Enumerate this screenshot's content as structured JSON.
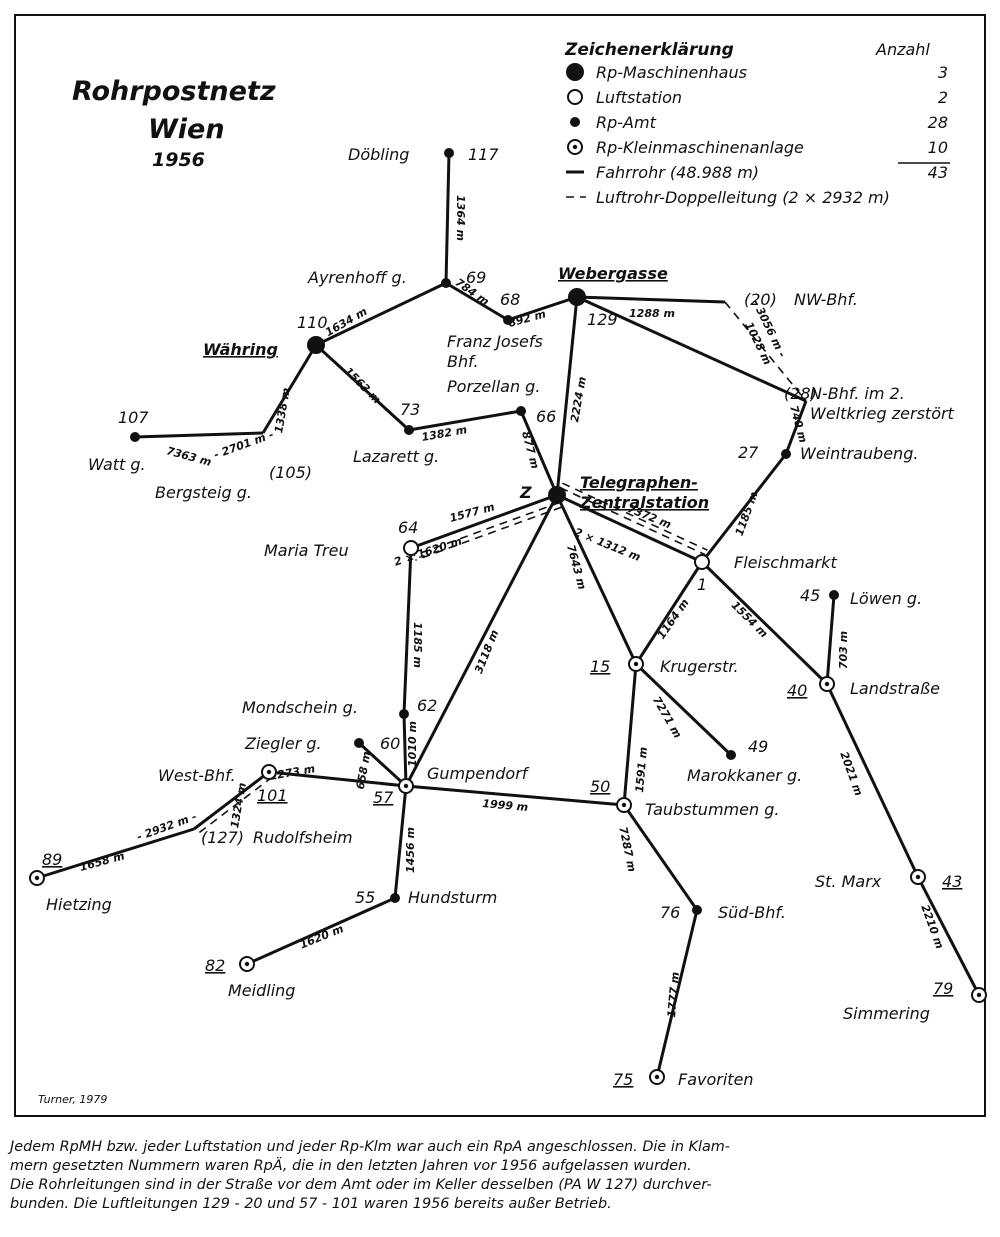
{
  "title": {
    "line1": "Rohrpostnetz",
    "line2": "Wien",
    "year": "1956"
  },
  "legend": {
    "heading": "Zeichenerklärung",
    "count_heading": "Anzahl",
    "items": [
      {
        "symbol": "machine-house",
        "label": "Rp-Maschinenhaus",
        "count": "3"
      },
      {
        "symbol": "air-station",
        "label": "Luftstation",
        "count": "2"
      },
      {
        "symbol": "post-office",
        "label": "Rp-Amt",
        "count": "28"
      },
      {
        "symbol": "small-machine",
        "label": "Rp-Kleinmaschinenanlage",
        "count": "10"
      },
      {
        "symbol": "drive-pipe",
        "label": "Fahrrohr (48.988 m)",
        "count": "43"
      },
      {
        "symbol": "air-pipe",
        "label": "Luftrohr-Doppelleitung (2 × 2932 m)",
        "count": ""
      }
    ]
  },
  "credit": "Turner, 1979",
  "stations": [
    {
      "id": "doebling",
      "type": "post-office",
      "name": "Döbling",
      "number": "117"
    },
    {
      "id": "ayrenhoffg",
      "type": "post-office",
      "name": "Ayrenhoff g.",
      "number": "69"
    },
    {
      "id": "franzjosefs",
      "type": "post-office",
      "name": "Franz Josefs\nBhf.",
      "number": "68"
    },
    {
      "id": "webergasse",
      "type": "machine-house",
      "name": "Webergasse",
      "number": "129"
    },
    {
      "id": "nwbhf",
      "type": "none",
      "name": "NW-Bhf.",
      "number": "(20)"
    },
    {
      "id": "nbhf",
      "type": "none",
      "name": "N-Bhf. im 2.\nWeltkrieg zerstört",
      "number": "(28)"
    },
    {
      "id": "waehring",
      "type": "machine-house",
      "name": "Währing",
      "number": "110"
    },
    {
      "id": "wattg",
      "type": "post-office",
      "name": "Watt g.",
      "number": "107"
    },
    {
      "id": "bergsteig",
      "type": "none",
      "name": "Bergsteig g.",
      "number": "(105)"
    },
    {
      "id": "lazarettg",
      "type": "post-office",
      "name": "Lazarett g.",
      "number": "73"
    },
    {
      "id": "porzellang",
      "type": "post-office",
      "name": "Porzellan g.",
      "number": "66"
    },
    {
      "id": "weintraubeng",
      "type": "post-office",
      "name": "Weintraubeng.",
      "number": "27"
    },
    {
      "id": "telegraphen",
      "type": "machine-house",
      "name": "Telegraphen-\nZentralstation",
      "number": "Z"
    },
    {
      "id": "mariatreu",
      "type": "air-station",
      "name": "Maria Treu",
      "number": "64"
    },
    {
      "id": "fleischmarkt",
      "type": "air-station",
      "name": "Fleischmarkt",
      "number": "1"
    },
    {
      "id": "loeweng",
      "type": "post-office",
      "name": "Löwen g.",
      "number": "45"
    },
    {
      "id": "krugerstr",
      "type": "small-machine",
      "name": "Krugerstr.",
      "number": "15"
    },
    {
      "id": "landstrasse",
      "type": "small-machine",
      "name": "Landstraße",
      "number": "40"
    },
    {
      "id": "mondscheing",
      "type": "post-office",
      "name": "Mondschein g.",
      "number": "62"
    },
    {
      "id": "zieglerg",
      "type": "post-office",
      "name": "Ziegler g.",
      "number": "60"
    },
    {
      "id": "westbhf",
      "type": "small-machine",
      "name": "West-Bhf.",
      "number": "101"
    },
    {
      "id": "gumpendorf",
      "type": "small-machine",
      "name": "Gumpendorf",
      "number": "57"
    },
    {
      "id": "marokkanerg",
      "type": "post-office",
      "name": "Marokkaner g.",
      "number": "49"
    },
    {
      "id": "taubstummeng",
      "type": "small-machine",
      "name": "Taubstummen g.",
      "number": "50"
    },
    {
      "id": "rudolfsheim",
      "type": "none",
      "name": "Rudolfsheim",
      "number": "(127)"
    },
    {
      "id": "hietzing",
      "type": "small-machine",
      "name": "Hietzing",
      "number": "89"
    },
    {
      "id": "hundsturm",
      "type": "post-office",
      "name": "Hundsturm",
      "number": "55"
    },
    {
      "id": "suedbhf",
      "type": "post-office",
      "name": "Süd-Bhf.",
      "number": "76"
    },
    {
      "id": "stmarx",
      "type": "small-machine",
      "name": "St. Marx",
      "number": "43"
    },
    {
      "id": "meidling",
      "type": "small-machine",
      "name": "Meidling",
      "number": "82"
    },
    {
      "id": "simmering",
      "type": "small-machine",
      "name": "Simmering",
      "number": "79"
    },
    {
      "id": "favoriten",
      "type": "small-machine",
      "name": "Favoriten",
      "number": "75"
    }
  ],
  "connections": [
    {
      "from": "doebling",
      "to": "ayrenhoffg",
      "kind": "drive-pipe",
      "length": "1364 m"
    },
    {
      "from": "ayrenhoffg",
      "to": "waehring",
      "kind": "drive-pipe",
      "length": "1634 m"
    },
    {
      "from": "ayrenhoffg",
      "to": "franzjosefs",
      "kind": "drive-pipe",
      "length": "784 m"
    },
    {
      "from": "franzjosefs",
      "to": "webergasse",
      "kind": "drive-pipe",
      "length": "892 m"
    },
    {
      "from": "webergasse",
      "to": "nwbhf",
      "kind": "drive-pipe",
      "length": "1288 m"
    },
    {
      "from": "nwbhf",
      "to": "nbhf",
      "kind": "air-pipe",
      "length": "- 3056 m -"
    },
    {
      "from": "webergasse",
      "to": "nbhf",
      "kind": "drive-pipe",
      "length": "1028 m"
    },
    {
      "from": "nbhf",
      "to": "weintraubeng",
      "kind": "drive-pipe",
      "length": "740 m"
    },
    {
      "from": "webergasse",
      "to": "telegraphen",
      "kind": "drive-pipe",
      "length": "2224 m"
    },
    {
      "from": "waehring",
      "to": "bergsteig",
      "kind": "drive-pipe",
      "length": "1338 m"
    },
    {
      "from": "bergsteig",
      "to": "wattg",
      "kind": "drive-pipe",
      "length": "7363 m"
    },
    {
      "from": "bergsteig",
      "to": "wattg",
      "kind": "air-pipe",
      "length": "- 2701 m -"
    },
    {
      "from": "waehring",
      "to": "lazarettg",
      "kind": "drive-pipe",
      "length": "1563 m"
    },
    {
      "from": "lazarettg",
      "to": "porzellang",
      "kind": "drive-pipe",
      "length": "1382 m"
    },
    {
      "from": "porzellang",
      "to": "telegraphen",
      "kind": "drive-pipe",
      "length": "877 m"
    },
    {
      "from": "weintraubeng",
      "to": "fleischmarkt",
      "kind": "drive-pipe",
      "length": "1185 m"
    },
    {
      "from": "telegraphen",
      "to": "mariatreu",
      "kind": "drive-pipe",
      "length": "1577 m"
    },
    {
      "from": "telegraphen",
      "to": "mariatreu",
      "kind": "air-pipe",
      "length": "2 × 1620 m"
    },
    {
      "from": "telegraphen",
      "to": "fleischmarkt",
      "kind": "drive-pipe",
      "length": "7372 m"
    },
    {
      "from": "telegraphen",
      "to": "fleischmarkt",
      "kind": "air-pipe",
      "length": "2 × 1312 m"
    },
    {
      "from": "telegraphen",
      "to": "krugerstr",
      "kind": "drive-pipe",
      "length": "7643 m"
    },
    {
      "from": "telegraphen",
      "to": "gumpendorf",
      "kind": "drive-pipe",
      "length": "3118 m"
    },
    {
      "from": "fleischmarkt",
      "to": "krugerstr",
      "kind": "drive-pipe",
      "length": "1164 m"
    },
    {
      "from": "fleischmarkt",
      "to": "landstrasse",
      "kind": "drive-pipe",
      "length": "1554 m"
    },
    {
      "from": "loeweng",
      "to": "landstrasse",
      "kind": "drive-pipe",
      "length": "703 m"
    },
    {
      "from": "landstrasse",
      "to": "stmarx",
      "kind": "drive-pipe",
      "length": "2021 m"
    },
    {
      "from": "stmarx",
      "to": "simmering",
      "kind": "drive-pipe",
      "length": "2210 m"
    },
    {
      "from": "mariatreu",
      "to": "mondscheing",
      "kind": "drive-pipe",
      "length": "1185 m"
    },
    {
      "from": "mondscheing",
      "to": "gumpendorf",
      "kind": "drive-pipe",
      "length": "1010 m"
    },
    {
      "from": "zieglerg",
      "to": "gumpendorf",
      "kind": "drive-pipe",
      "length": "658 m"
    },
    {
      "from": "gumpendorf",
      "to": "westbhf",
      "kind": "drive-pipe",
      "length": "1273 m"
    },
    {
      "from": "westbhf",
      "to": "rudolfsheim",
      "kind": "drive-pipe",
      "length": "1324 m"
    },
    {
      "from": "rudolfsheim",
      "to": "hietzing",
      "kind": "drive-pipe",
      "length": "1658 m"
    },
    {
      "from": "westbhf",
      "to": "rudolfsheim",
      "kind": "air-pipe",
      "length": "- 2932 m -"
    },
    {
      "from": "krugerstr",
      "to": "marokkanerg",
      "kind": "drive-pipe",
      "length": "7271 m"
    },
    {
      "from": "krugerstr",
      "to": "taubstummeng",
      "kind": "drive-pipe",
      "length": "1591 m"
    },
    {
      "from": "gumpendorf",
      "to": "taubstummeng",
      "kind": "drive-pipe",
      "length": "1999 m"
    },
    {
      "from": "gumpendorf",
      "to": "hundsturm",
      "kind": "drive-pipe",
      "length": "1456 m"
    },
    {
      "from": "hundsturm",
      "to": "meidling",
      "kind": "drive-pipe",
      "length": "1620 m"
    },
    {
      "from": "taubstummeng",
      "to": "suedbhf",
      "kind": "drive-pipe",
      "length": "7287 m"
    },
    {
      "from": "suedbhf",
      "to": "favoriten",
      "kind": "drive-pipe",
      "length": "1777 m"
    }
  ],
  "footnote": {
    "line1": "Jedem RpMH bzw. jeder Luftstation und jeder Rp-Klm war auch ein RpA angeschlossen. Die in Klam-",
    "line2": "mern gesetzten Nummern waren RpÄ, die in den letzten Jahren vor 1956 aufgelassen wurden.",
    "line3": "Die Rohrleitungen sind in der Straße vor dem Amt oder im Keller desselben (PA W 127) durchver-",
    "line4": "bunden. Die Luftleitungen 129 - 20 und 57 - 101 waren 1956 bereits außer Betrieb."
  }
}
